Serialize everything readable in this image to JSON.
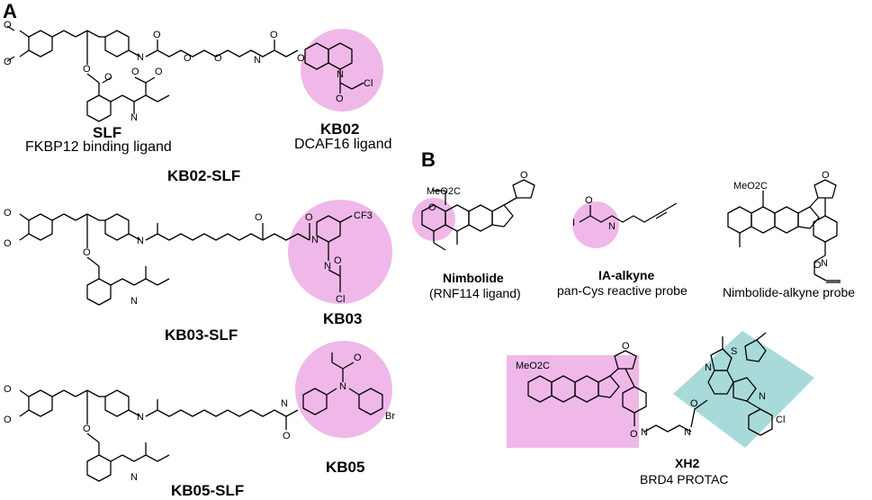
{
  "panels": {
    "a": "A",
    "b": "B"
  },
  "colors": {
    "ligand_highlight": "#efb8e8",
    "target_highlight": "#a9dada",
    "bond": "#000000"
  },
  "panel_a": {
    "compounds": [
      {
        "name": "KB02-SLF",
        "slf_label": "SLF",
        "slf_caption": "FKBP12 binding ligand",
        "ligand_label": "KB02",
        "ligand_caption": "DCAF16 ligand"
      },
      {
        "name": "KB03-SLF",
        "ligand_label": "KB03"
      },
      {
        "name": "KB05-SLF",
        "ligand_label": "KB05"
      }
    ]
  },
  "panel_b": {
    "nimbolide": {
      "name": "Nimbolide",
      "caption": "(RNF114 ligand)"
    },
    "ia_alkyne": {
      "name": "IA-alkyne",
      "caption": "pan-Cys reactive probe"
    },
    "nimbolide_alkyne": {
      "caption": "Nimbolide-alkyne probe"
    },
    "xh2": {
      "name": "XH2",
      "caption": "BRD4 PROTAC"
    }
  }
}
